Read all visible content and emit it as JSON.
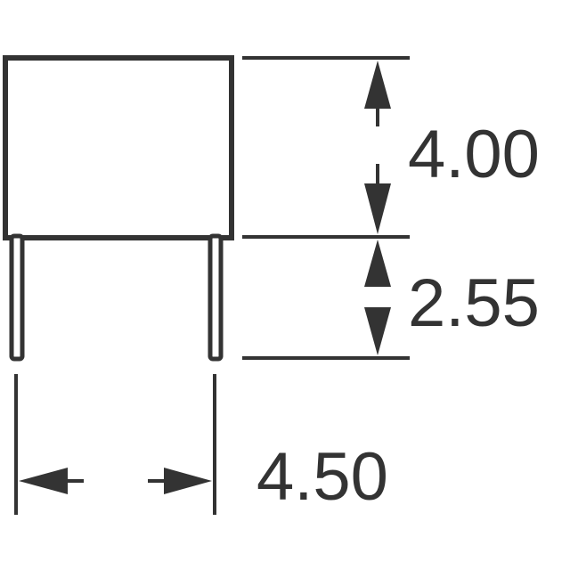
{
  "colors": {
    "line": "#333333",
    "background": "#ffffff"
  },
  "dimensions": {
    "body_height": "4.00",
    "lead_length": "2.55",
    "lead_spacing": "4.50"
  }
}
